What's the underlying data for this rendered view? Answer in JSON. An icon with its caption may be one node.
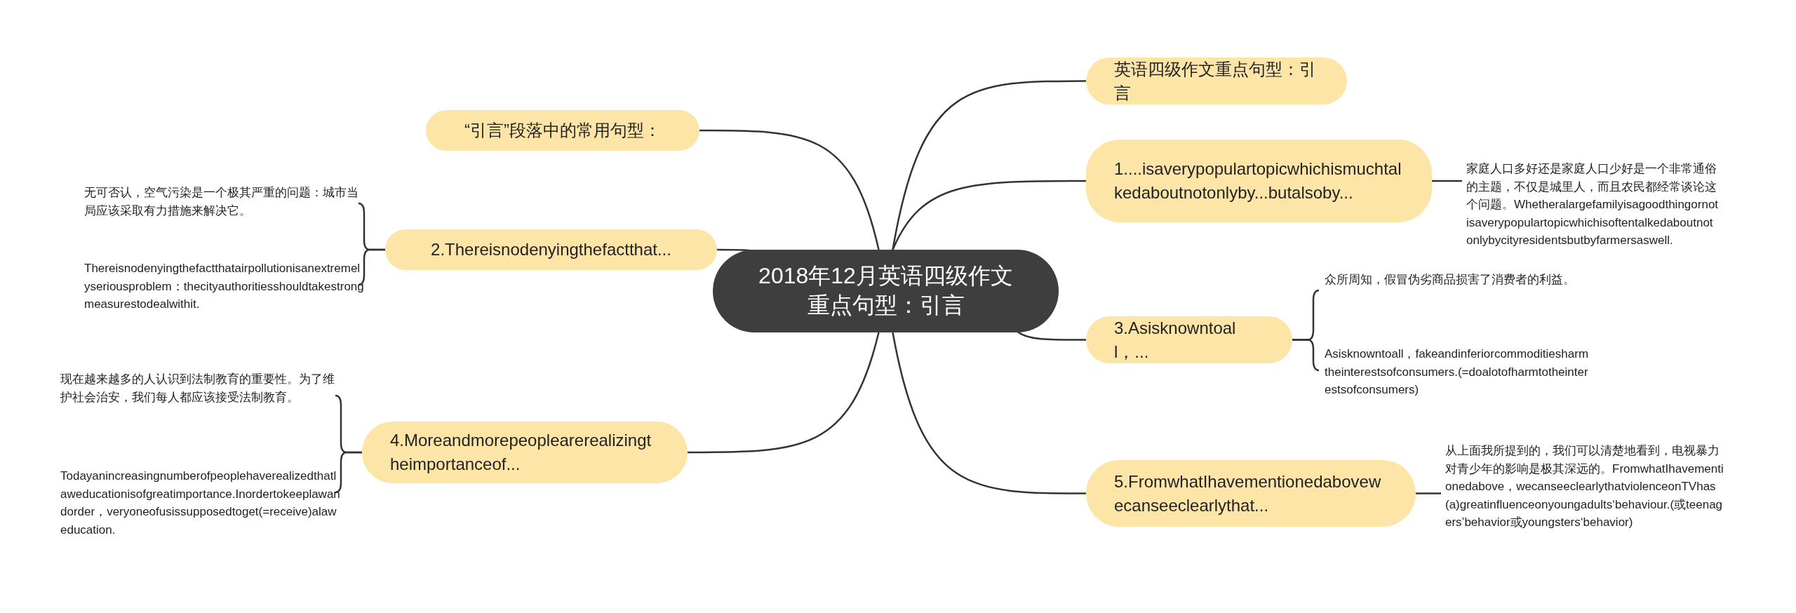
{
  "diagram": {
    "nodes": [
      {
        "text": [
          "2018年12月英语四级作文重点句型：引言"
        ]
      },
      {
        "text": [
          "英语四级作文重点句型：引言"
        ]
      },
      {
        "text": [
          "“引言”段落中的常用句型："
        ]
      },
      {
        "text": [
          "1....isaverypopulartopicwhichismuchtalkedaboutnotonlyby...butalsoby..."
        ]
      },
      {
        "text": [
          "家庭人口多好还是家庭人口少好是一个非常通俗的主题，不仅是城里人，而且农民都经常谈论这个问题。Whetheralargefamilyisagoodthingornotisaverypopulartopicwhichisoftentalkedaboutnotonlybycityresidentsbutbyfarmersaswell."
        ]
      },
      {
        "text": [
          "2.Thereisnodenyingthefactthat..."
        ]
      },
      {
        "text": [
          "无可否认，空气污染是一个极其严重的问题：城市当局应该采取有力措施来解决它。"
        ]
      },
      {
        "text": [
          "Thereisnodenyingthefactthatairpollutionisanextremelyseriousproblem：thecityauthoritiesshouldtakestrongmeasurestodealwithit."
        ]
      },
      {
        "text": [
          "3.Asisknowntoall，..."
        ]
      },
      {
        "text": [
          "众所周知，假冒伪劣商品损害了消费者的利益。"
        ]
      },
      {
        "text": [
          "Asisknowntoall，fakeandinferiorcommoditiesharmtheinterestsofconsumers.(=doalotofharmtotheinterestsofconsumers)"
        ]
      },
      {
        "text": [
          "4.Moreandmorepeoplearerealizingtheimportanceof..."
        ]
      },
      {
        "text": [
          "现在越来越多的人认识到法制教育的重要性。为了维护社会治安，我们每人都应该接受法制教育。"
        ]
      },
      {
        "text": [
          "Todayanincreasingnumberofpeoplehaverealizedthatlaweducationisofgreatimportance.Inordertokeeplawandorder，veryoneofusissupposedtoget(=receive)alaweducation."
        ]
      },
      {
        "text": [
          "5.FromwhatIhavementionedabovewecanseeclearlythat..."
        ]
      },
      {
        "text": [
          "从上面我所提到的，我们可以清楚地看到，电视暴力对青少年的影响是极其深远的。FromwhatIhavementionedabove，wecanseeclearlythatviolenceonTVhas(a)greatinfluenceonyoungadults‘behaviour.(或teenagers’behavior或youngsters‘behavior)"
        ]
      }
    ],
    "edges": [
      {
        "from": 0,
        "to": 1,
        "arrow": "none"
      },
      {
        "from": 0,
        "to": 2,
        "arrow": "none"
      },
      {
        "from": 0,
        "to": 3,
        "arrow": "none"
      },
      {
        "from": 3,
        "to": 4,
        "arrow": "none"
      },
      {
        "from": 0,
        "to": 5,
        "arrow": "none"
      },
      {
        "from": 5,
        "to": 6,
        "arrow": "none"
      },
      {
        "from": 5,
        "to": 7,
        "arrow": "none"
      },
      {
        "from": 0,
        "to": 8,
        "arrow": "none"
      },
      {
        "from": 8,
        "to": 9,
        "arrow": "none"
      },
      {
        "from": 8,
        "to": 10,
        "arrow": "none"
      },
      {
        "from": 0,
        "to": 11,
        "arrow": "none"
      },
      {
        "from": 11,
        "to": 12,
        "arrow": "none"
      },
      {
        "from": 11,
        "to": 13,
        "arrow": "none"
      },
      {
        "from": 0,
        "to": 14,
        "arrow": "none"
      },
      {
        "from": 14,
        "to": 15,
        "arrow": "none"
      }
    ]
  }
}
